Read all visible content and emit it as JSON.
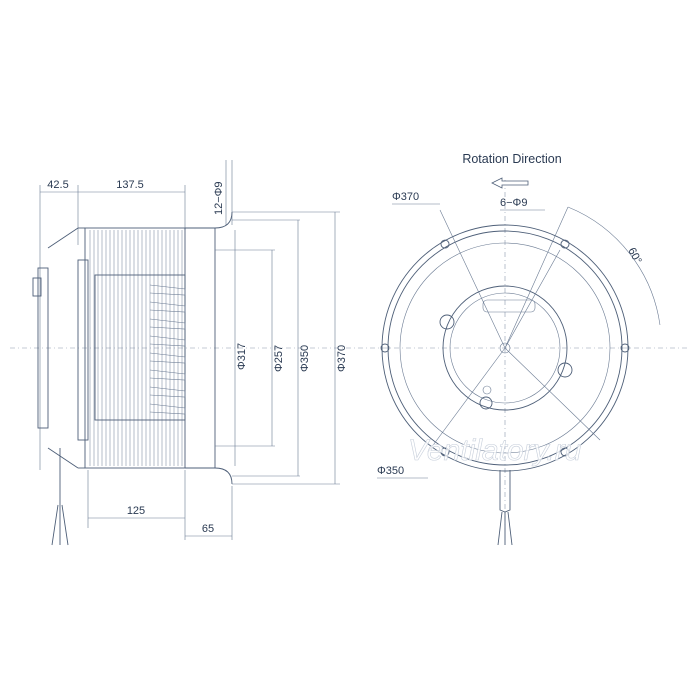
{
  "side_view": {
    "dim_top_left": "42.5",
    "dim_top_right": "137.5",
    "dim_holes": "12−Φ9",
    "dia_317": "Φ317",
    "dia_257": "Φ257",
    "dia_350": "Φ350",
    "dia_370": "Φ370",
    "dim_bottom": "125",
    "dim_right": "65"
  },
  "front_view": {
    "rotation_title": "Rotation  Direction",
    "dia_370": "Φ370",
    "holes": "6−Φ9",
    "angle": "60°",
    "dia_350": "Φ350"
  },
  "watermark": "Ventilatory.ru",
  "colors": {
    "line": "#4e5f78",
    "text": "#2a3a52",
    "background": "#ffffff"
  }
}
